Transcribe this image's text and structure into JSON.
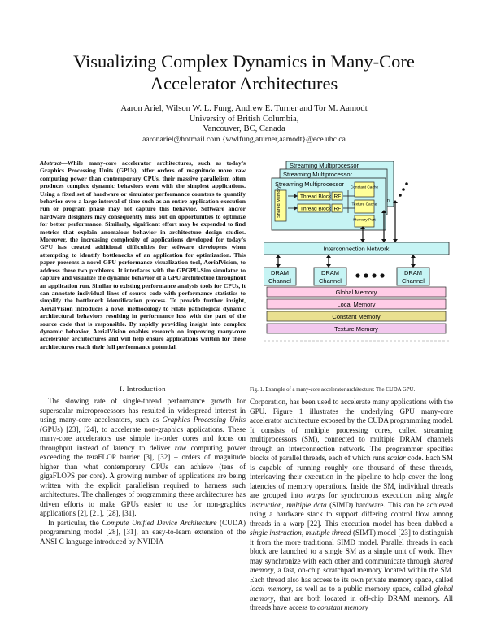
{
  "paper": {
    "title": "Visualizing Complex Dynamics in Many-Core Accelerator Architectures",
    "authors": "Aaron Ariel, Wilson W. L. Fung, Andrew E. Turner and Tor M. Aamodt",
    "affiliation": "University of British Columbia,",
    "location": "Vancouver, BC, Canada",
    "emails": "aaronariel@hotmail.com   {wwlfung,aturner,aamodt}@ece.ubc.ca"
  },
  "abstract": {
    "lead": "Abstract",
    "text": "—While many-core accelerator architectures, such as today’s Graphics Processing Units (GPUs), offer orders of magnitude more raw computing power than contemporary CPUs, their massive parallelism often produces complex dynamic behaviors even with the simplest applications. Using a fixed set of hardware or simulator performance counters to quantify behavior over a large interval of time such as an entire application execution run or program phase may not capture this behavior. Software and/or hardware designers may consequently miss out on opportunities to optimize for better performance. Similarly, significant effort may be expended to find metrics that explain anomalous behavior in architecture design studies. Moreover, the increasing complexity of applications developed for today’s GPU has created additional difficulties for software developers when attempting to identify bottlenecks of an application for optimization. This paper presents a novel GPU performance visualization tool, AerialVision, to address these two problems. It interfaces with the GPGPU-Sim simulator to capture and visualize the dynamic behavior of a GPU architecture throughout an application run. Similar to existing performance analysis tools for CPUs, it can annotate individual lines of source code with performance statistics to simplify the bottleneck identification process. To provide further insight, AerialVision introduces a novel methodology to relate pathological dynamic architectural behaviors resulting in performance loss with the part of the source code that is responsible. By rapidly providing insight into complex dynamic behavior, AerialVision enables research on improving many-core accelerator architectures and will help ensure applications written for these architectures reach their full performance potential."
  },
  "section1": {
    "heading": "I. Introduction"
  },
  "intro": {
    "p1": "The slowing rate of single-thread performance growth for superscalar microprocessors has resulted in widespread interest in using many-core accelerators, such as Graphics Processing Units (GPUs) [23], [24], to accelerate non-graphics applications. These many-core accelerators use simple in-order cores and focus on throughput instead of latency to deliver raw computing power exceeding the teraFLOP barrier [3], [32] – orders of magnitude higher than what contemporary CPUs can achieve (tens of gigaFLOPS per core). A growing number of applications are being written with the explicit parallelism required to harness such architectures. The challenges of programming these architectures has driven efforts to make GPUs easier to use for non-graphics applications [2], [21], [28], [31].",
    "p2": "In particular, the Compute Unified Device Architecture (CUDA) programming model [28], [31], an easy-to-learn extension of the ANSI C language introduced by NVIDIA"
  },
  "right": {
    "text": "Corporation, has been used to accelerate many applications with the GPU. Figure 1 illustrates the underlying GPU many-core accelerator architecture exposed by the CUDA programming model. It consists of multiple processing cores, called streaming multiprocessors (SM), connected to multiple DRAM channels through an interconnection network. The programmer specifies blocks of parallel threads, each of which runs scalar code. Each SM is capable of running roughly one thousand of these threads, interleaving their execution in the pipeline to help cover the long latencies of memory operations. Inside the SM, individual threads are grouped into warps for synchronous execution using single instruction, multiple data (SIMD) hardware. This can be achieved using a hardware stack to support differing control flow among threads in a warp [22]. This execution model has been dubbed a single instruction, multiple thread (SIMT) model [23] to distinguish it from the more traditional SIMD model. Parallel threads in each block are launched to a single SM as a single unit of work. They may synchronize with each other and communicate through shared memory, a fast, on-chip scratchpad memory located within the SM. Each thread also has access to its own private memory space, called local memory, as well as to a public memory space, called global memory, that are both located in off-chip DRAM memory. All threads have access to constant memory"
  },
  "figure": {
    "sm_title": "Streaming Multiprocessor",
    "thread_block": "Thread Block",
    "rf": "RF",
    "shared_memory": "Shared Memory",
    "constant_cache": "Constant Cache",
    "texture_cache": "Texture Cache",
    "memory_port": "Memory Port",
    "ry": "ry",
    "interconnect": "Interconnection Network",
    "dram": "DRAM Channel",
    "global_memory": "Global Memory",
    "local_memory": "Local Memory",
    "constant_memory": "Constant Memory",
    "texture_memory": "Texture Memory",
    "caption": "Fig. 1.   Example of a many-core accelerator architecture: The CUDA GPU."
  }
}
